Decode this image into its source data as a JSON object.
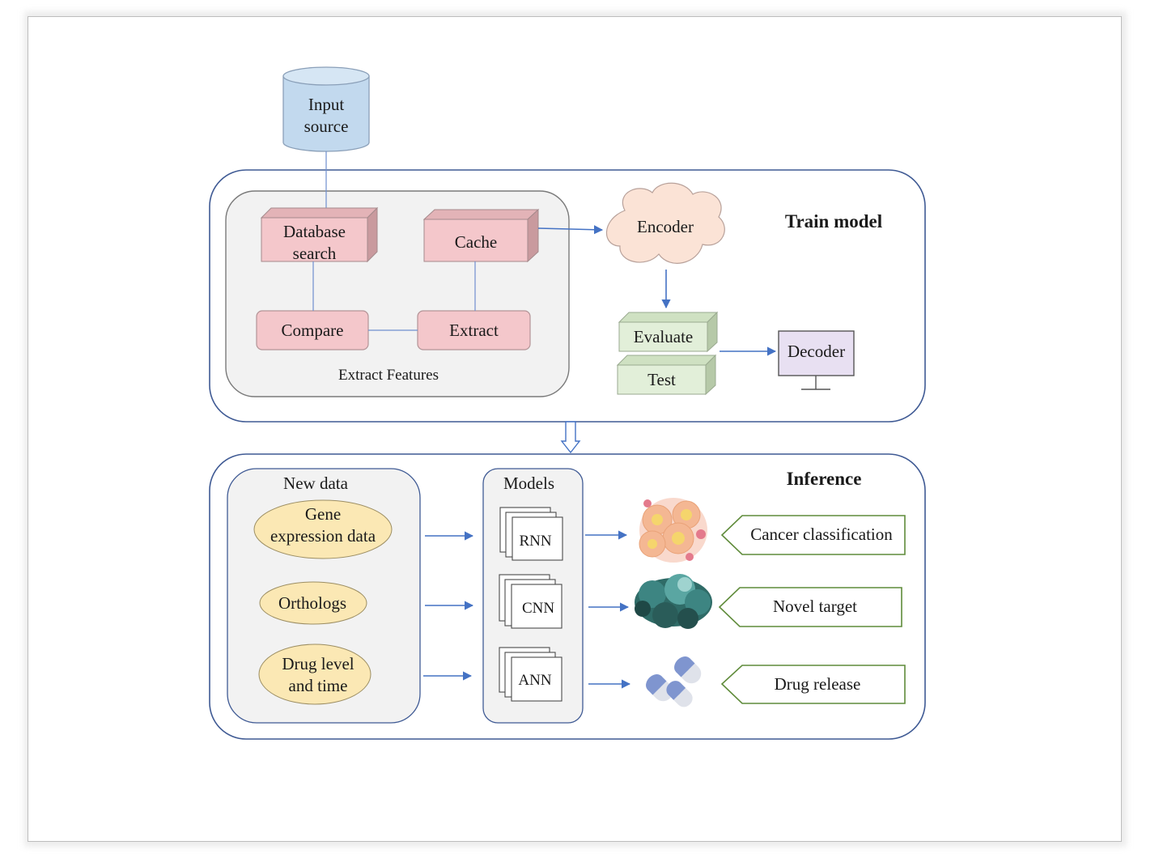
{
  "train_section": {
    "title": "Train model",
    "input_source": [
      "Input",
      "source"
    ],
    "extract_features": {
      "caption": "Extract Features",
      "database_search": [
        "Database",
        "search"
      ],
      "cache": "Cache",
      "compare": "Compare",
      "extract": "Extract"
    },
    "encoder": "Encoder",
    "evaluate": "Evaluate",
    "test": "Test",
    "decoder": "Decoder"
  },
  "inference_section": {
    "title": "Inference",
    "new_data": {
      "title": "New data",
      "gene_expression": [
        "Gene",
        "expression data"
      ],
      "orthologs": "Orthologs",
      "drug_level": [
        "Drug level",
        "and time"
      ]
    },
    "models": {
      "title": "Models",
      "rnn": "RNN",
      "cnn": "CNN",
      "ann": "ANN"
    },
    "outputs": {
      "cancer_classification": "Cancer classification",
      "novel_target": "Novel target",
      "drug_release": "Drug release"
    }
  },
  "colors": {
    "panel_border": "#3f5a94",
    "arrow": "#4472c4",
    "feature_fill": "#f4c7cb",
    "eval_fill": "#e2efd9",
    "ellipse_fill": "#fbe8b4",
    "decoder_fill": "#e8e0f2",
    "cylinder_fill": "#c2d9ee",
    "output_border": "#5f8b3a"
  }
}
